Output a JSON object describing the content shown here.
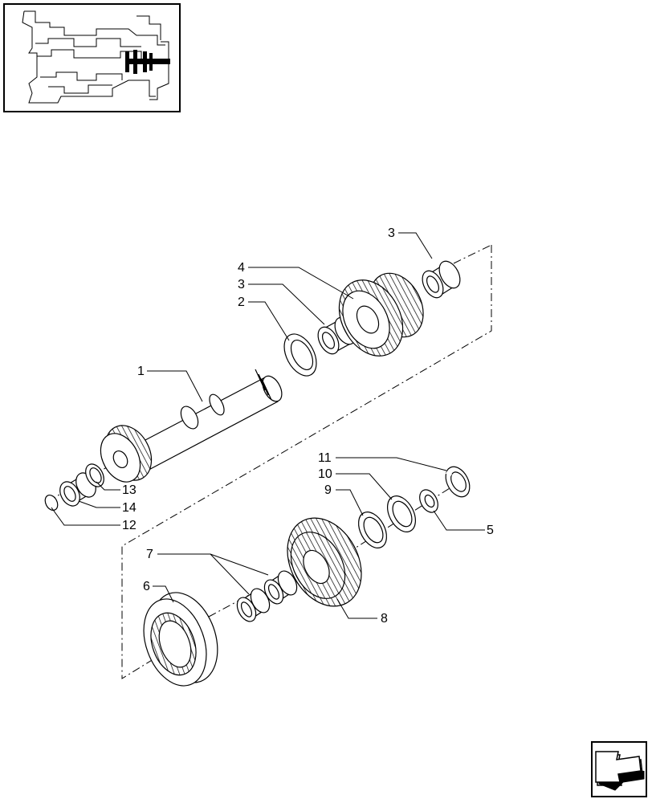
{
  "diagram": {
    "callouts": {
      "c1": "1",
      "c2": "2",
      "c3a": "3",
      "c3b": "3",
      "c4": "4",
      "c5": "5",
      "c6": "6",
      "c7": "7",
      "c8": "8",
      "c9": "9",
      "c10": "10",
      "c11": "11",
      "c12": "12",
      "c13": "13",
      "c14": "14"
    }
  },
  "icons": {
    "thumbnail": "transmission-location-thumbnail",
    "navigation": "previous-page-arrow-icon"
  }
}
